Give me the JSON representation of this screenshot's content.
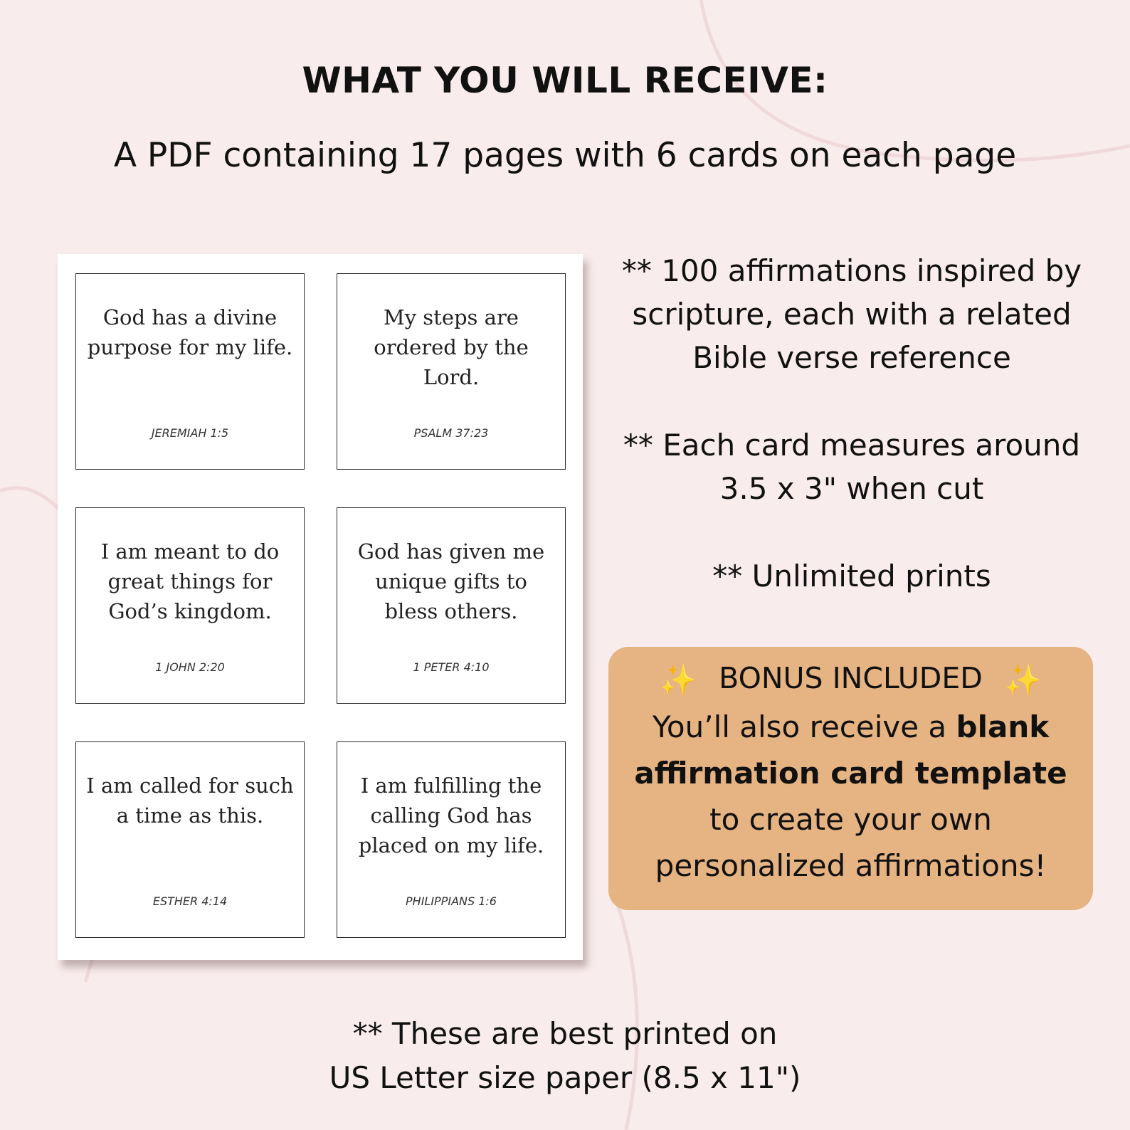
{
  "header": {
    "title": "WHAT YOU WILL RECEIVE:",
    "subtitle": "A PDF containing 17 pages with 6 cards on each page"
  },
  "cards": [
    {
      "text": "God has a divine purpose for my life.",
      "reference": "JEREMIAH 1:5"
    },
    {
      "text": "My steps are ordered by the Lord.",
      "reference": "PSALM 37:23"
    },
    {
      "text": "I am meant to do great things for God’s kingdom.",
      "reference": "1 JOHN 2:20"
    },
    {
      "text": "God has given me unique gifts to bless others.",
      "reference": "1 PETER 4:10"
    },
    {
      "text": "I am called for such a time as this.",
      "reference": "ESTHER 4:14"
    },
    {
      "text": "I am fulfilling the calling God has placed on my life.",
      "reference": "PHILIPPIANS 1:6"
    }
  ],
  "features": [
    "** 100 affirmations inspired by scripture, each with a related Bible verse reference",
    "** Each card measures around 3.5 x 3\" when cut",
    "** Unlimited prints"
  ],
  "bonus": {
    "sparkle_icon": "✨",
    "heading": "BONUS INCLUDED",
    "body_before": "You’ll also receive a",
    "body_bold": "blank affirmation card template",
    "body_after": "to create your own personalized affirmations!",
    "background_color": "#e6b382",
    "sparkle_color": "#f6df96"
  },
  "footer": {
    "line1": "** These are best printed on",
    "line2": "US Letter size paper (8.5 x 11\")"
  },
  "colors": {
    "background": "#f9ecec",
    "text": "#111111"
  }
}
